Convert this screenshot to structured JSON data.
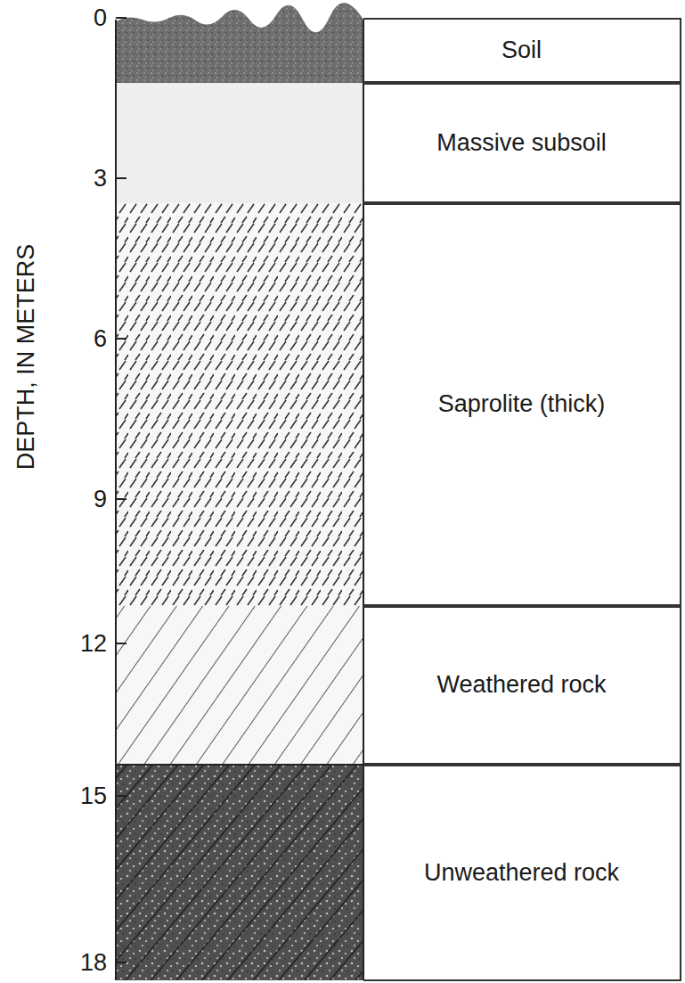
{
  "diagram": {
    "nodes": [
      {
        "text": [
          "Soil"
        ]
      },
      {
        "text": [
          "Massive subsoil"
        ]
      },
      {
        "text": [
          "Saprolite (thick)"
        ]
      },
      {
        "text": [
          "Weathered rock"
        ]
      },
      {
        "text": [
          "Unweathered rock"
        ]
      }
    ],
    "labels": [
      "0",
      "3",
      "6",
      "9",
      "12",
      "15",
      "18",
      "DEPTH, IN METERS"
    ]
  }
}
